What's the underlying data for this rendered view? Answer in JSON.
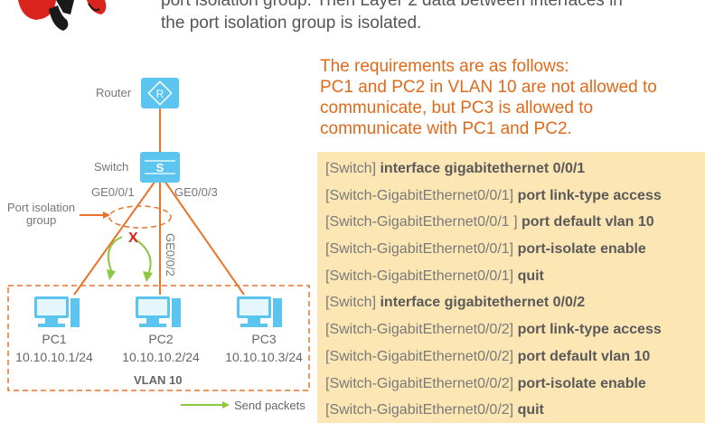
{
  "intro": {
    "line1": "port isolation group. Then Layer 2 data between interfaces in",
    "line2": "the port isolation group is isolated."
  },
  "diagram": {
    "router_label": "Router",
    "switch_label": "Switch",
    "port_isolation_label_1": "Port isolation",
    "port_isolation_label_2": "group",
    "ports": {
      "p1": "GE0/0/1",
      "p2": "GE0/0/2",
      "p3": "GE0/0/3"
    },
    "pcs": [
      {
        "name": "PC1",
        "ip": "10.10.10.1/24"
      },
      {
        "name": "PC2",
        "ip": "10.10.10.2/24"
      },
      {
        "name": "PC3",
        "ip": "10.10.10.3/24"
      }
    ],
    "vlan_label": "VLAN 10",
    "legend": "Send packets",
    "blocked_mark": "X",
    "colors": {
      "link": "#e8742a",
      "device": "#5bc4ef",
      "arrow": "#8dc63f",
      "blocked": "#e02020"
    }
  },
  "requirements": {
    "lines": [
      "The requirements are as follows:",
      "PC1 and PC2 in VLAN 10 are not allowed to",
      "communicate, but PC3 is allowed to",
      "communicate with PC1 and PC2."
    ]
  },
  "code": {
    "lines": [
      {
        "prompt": "[Switch] ",
        "cmd": "interface gigabitethernet 0/0/1"
      },
      {
        "prompt": "[Switch-GigabitEthernet0/0/1] ",
        "cmd": "port link-type access"
      },
      {
        "prompt": "[Switch-GigabitEthernet0/0/1 ] ",
        "cmd": "port default vlan 10"
      },
      {
        "prompt": "[Switch-GigabitEthernet0/0/1] ",
        "cmd": "port-isolate enable"
      },
      {
        "prompt": "[Switch-GigabitEthernet0/0/1] ",
        "cmd": "quit"
      },
      {
        "prompt": "[Switch] ",
        "cmd": "interface gigabitethernet 0/0/2"
      },
      {
        "prompt": "[Switch-GigabitEthernet0/0/2] ",
        "cmd": "port link-type access"
      },
      {
        "prompt": "[Switch-GigabitEthernet0/0/2] ",
        "cmd": "port default vlan 10"
      },
      {
        "prompt": "[Switch-GigabitEthernet0/0/2] ",
        "cmd": "port-isolate enable"
      },
      {
        "prompt": "[Switch-GigabitEthernet0/0/2] ",
        "cmd": "quit"
      }
    ]
  }
}
